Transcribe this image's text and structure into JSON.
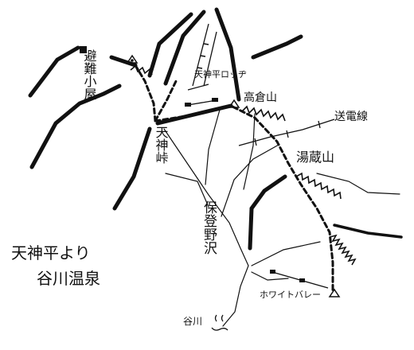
{
  "places": {
    "hut": "避難小屋",
    "lodge": "天神平ロッヂ",
    "pass": "天神峠",
    "takakura": "高倉山",
    "powerline": "送電線",
    "yuzou": "湯蔵山",
    "hodoya": "保登野沢",
    "whitevalley": "ホワイトバレー",
    "tanigawa": "谷川"
  },
  "caption": {
    "line1": "天神平より",
    "line2": "谷川温泉"
  },
  "icons": {
    "summit": "triangle-summit-icon",
    "hut": "hut-square-icon",
    "onsen": "onsen-hot-spring-icon"
  }
}
